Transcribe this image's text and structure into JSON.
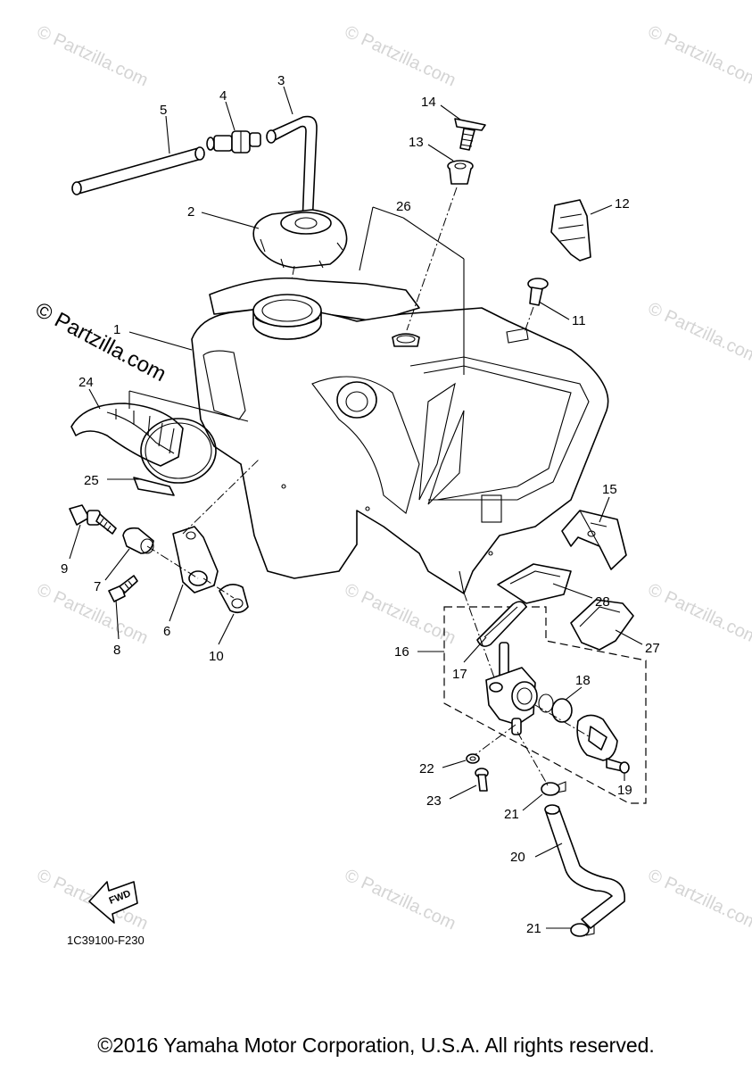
{
  "diagram_code": "1C39100-F230",
  "fwd_label": "FWD",
  "watermark": "© Partzilla.com",
  "copyright": "©2016 Yamaha Motor Corporation, U.S.A. All rights reserved.",
  "callouts": [
    "1",
    "2",
    "3",
    "4",
    "5",
    "6",
    "7",
    "8",
    "9",
    "10",
    "11",
    "12",
    "13",
    "14",
    "15",
    "16",
    "17",
    "18",
    "19",
    "20",
    "21",
    "21",
    "22",
    "23",
    "24",
    "25",
    "26",
    "27",
    "28"
  ]
}
